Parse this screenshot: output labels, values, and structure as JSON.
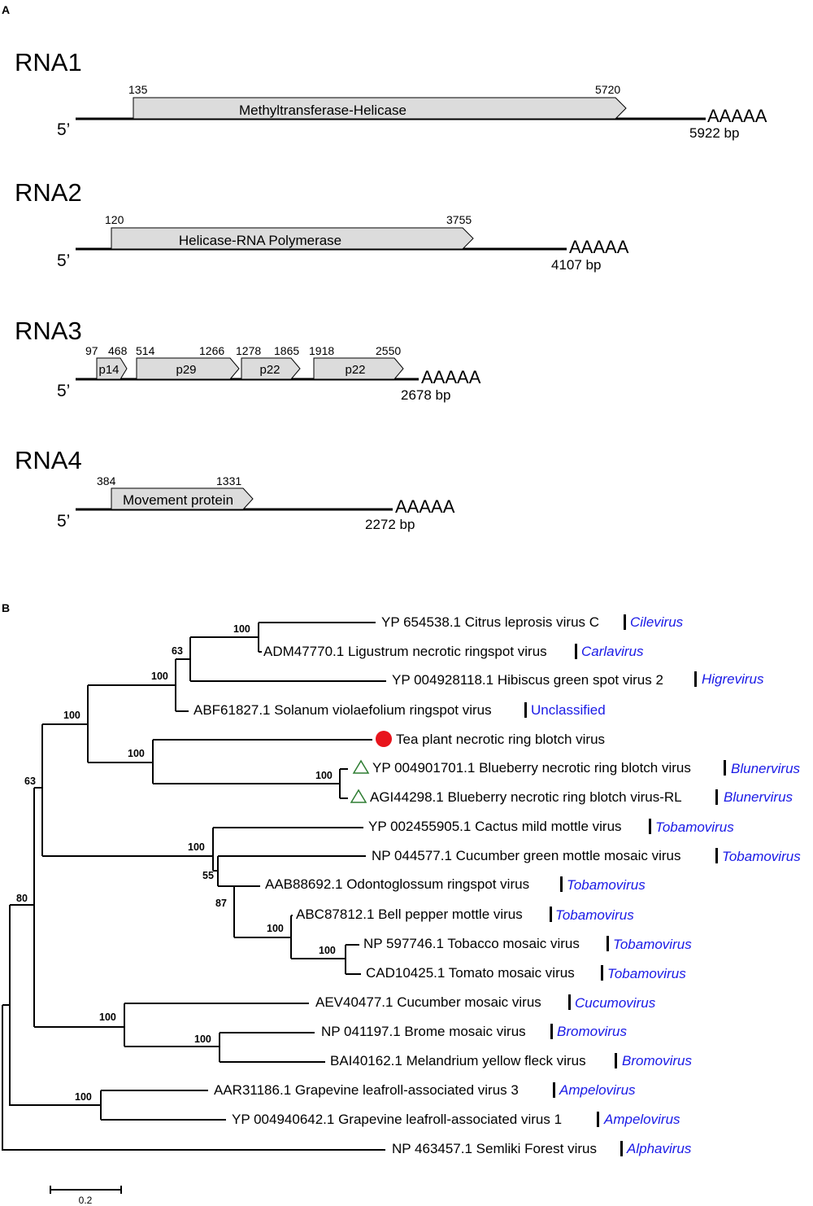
{
  "panelA": {
    "label": "A",
    "rnas": [
      {
        "name": "RNA1",
        "five_prime": "5’",
        "polya": "AAAAA",
        "length": "5922 bp",
        "orfs": [
          {
            "name": "Methyltransferase-Helicase",
            "start": "135",
            "end": "5720"
          }
        ]
      },
      {
        "name": "RNA2",
        "five_prime": "5’",
        "polya": "AAAAA",
        "length": "4107 bp",
        "orfs": [
          {
            "name": "Helicase-RNA Polymerase",
            "start": "120",
            "end": "3755"
          }
        ]
      },
      {
        "name": "RNA3",
        "five_prime": "5’",
        "polya": "AAAAA",
        "length": "2678 bp",
        "orfs": [
          {
            "name": "p14",
            "start": "97",
            "end": "468"
          },
          {
            "name": "p29",
            "start": "514",
            "end": "1266"
          },
          {
            "name": "p22",
            "start": "1278",
            "end": "1865"
          },
          {
            "name": "p22",
            "start": "1918",
            "end": "2550"
          }
        ]
      },
      {
        "name": "RNA4",
        "five_prime": "5’",
        "polya": "AAAAA",
        "length": "2272 bp",
        "orfs": [
          {
            "name": "Movement protein",
            "start": "384",
            "end": "1331"
          }
        ]
      }
    ]
  },
  "panelB": {
    "label": "B",
    "taxa": [
      {
        "id": "YP 654538.1 Citrus leprosis virus C",
        "genus": "Cilevirus"
      },
      {
        "id": "ADM47770.1 Ligustrum necrotic ringspot virus",
        "genus": "Carlavirus"
      },
      {
        "id": "YP 004928118.1 Hibiscus green spot virus 2",
        "genus": "Higrevirus"
      },
      {
        "id": "ABF61827.1 Solanum violaefolium ringspot virus",
        "genus": "Unclassified"
      },
      {
        "id": "Tea plant necrotic ring blotch virus",
        "genus": ""
      },
      {
        "id": "YP 004901701.1 Blueberry necrotic ring blotch virus",
        "genus": "Blunervirus"
      },
      {
        "id": "AGI44298.1 Blueberry necrotic ring blotch virus-RL",
        "genus": "Blunervirus"
      },
      {
        "id": "YP 002455905.1 Cactus mild mottle virus",
        "genus": "Tobamovirus"
      },
      {
        "id": "NP 044577.1 Cucumber green mottle mosaic virus",
        "genus": "Tobamovirus"
      },
      {
        "id": "AAB88692.1 Odontoglossum ringspot virus",
        "genus": "Tobamovirus"
      },
      {
        "id": "ABC87812.1 Bell pepper mottle virus",
        "genus": "Tobamovirus"
      },
      {
        "id": "NP 597746.1 Tobacco mosaic virus",
        "genus": "Tobamovirus"
      },
      {
        "id": "CAD10425.1 Tomato mosaic virus",
        "genus": "Tobamovirus"
      },
      {
        "id": "AEV40477.1 Cucumber mosaic virus",
        "genus": "Cucumovirus"
      },
      {
        "id": "NP 041197.1 Brome mosaic virus",
        "genus": "Bromovirus"
      },
      {
        "id": "BAI40162.1 Melandrium yellow fleck virus",
        "genus": "Bromovirus"
      },
      {
        "id": "AAR31186.1 Grapevine leafroll-associated virus 3",
        "genus": "Ampelovirus"
      },
      {
        "id": "YP 004940642.1 Grapevine leafroll-associated virus 1",
        "genus": "Ampelovirus"
      },
      {
        "id": "NP 463457.1 Semliki Forest virus",
        "genus": "Alphavirus"
      }
    ],
    "bootstraps": [
      "100",
      "63",
      "100",
      "100",
      "100",
      "100",
      "63",
      "100",
      "55",
      "87",
      "100",
      "100",
      "80",
      "100",
      "100",
      "100"
    ],
    "scale_label": "0.2",
    "colors": {
      "genus": "#1a1ae6",
      "query_marker": "#e8141c",
      "reference_marker": "#2e7d32"
    }
  }
}
